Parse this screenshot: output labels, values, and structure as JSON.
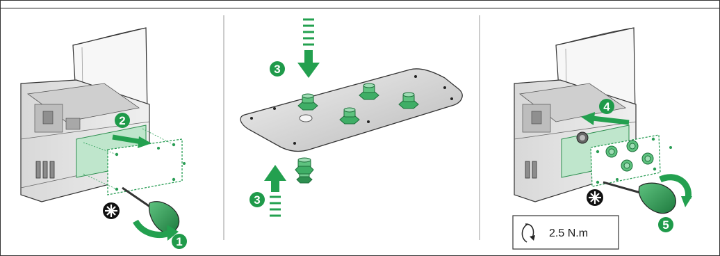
{
  "steps": [
    {
      "label": "1"
    },
    {
      "label": "2"
    },
    {
      "label": "3"
    },
    {
      "label": "3"
    },
    {
      "label": "4"
    },
    {
      "label": "5"
    }
  ],
  "torque": {
    "value": "2.5 N.m",
    "icon": "rotation-arrow-icon"
  },
  "icons": {
    "tool": "phillips-screwdriver-icon"
  },
  "colors": {
    "step": "#1f9a4a",
    "arrow": "#23a04f",
    "panel": "#dff3e6",
    "outline": "#222222"
  }
}
